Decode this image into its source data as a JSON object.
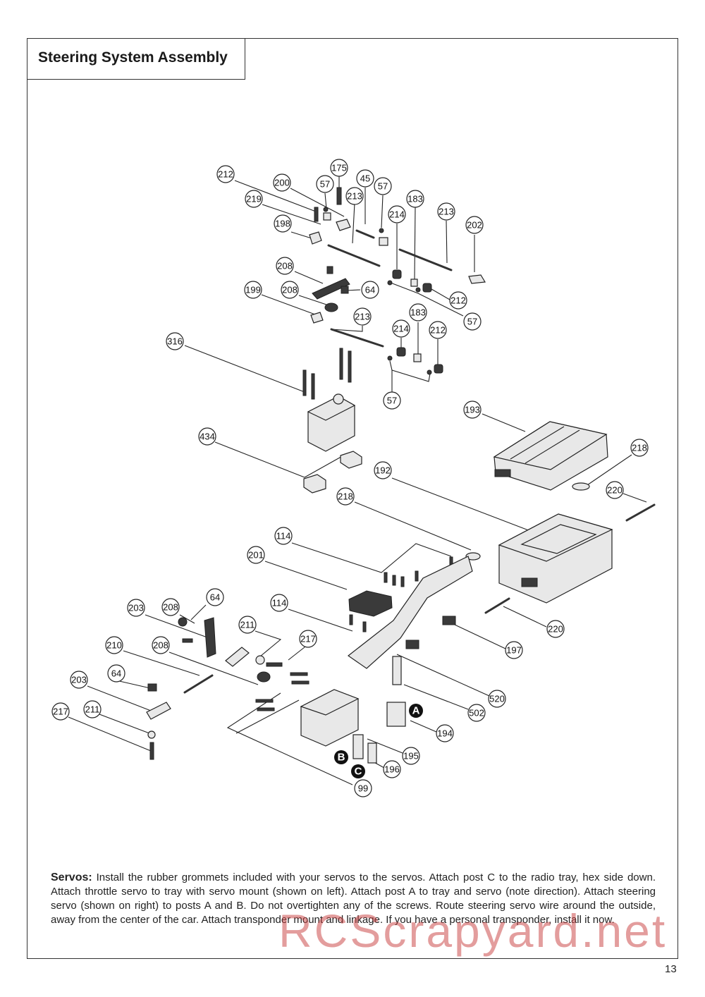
{
  "header": {
    "title": "Steering System Assembly"
  },
  "callouts": [
    {
      "id": "212a",
      "label": "212"
    },
    {
      "id": "219",
      "label": "219"
    },
    {
      "id": "200",
      "label": "200"
    },
    {
      "id": "57a",
      "label": "57"
    },
    {
      "id": "175",
      "label": "175"
    },
    {
      "id": "213a",
      "label": "213"
    },
    {
      "id": "45",
      "label": "45"
    },
    {
      "id": "57b",
      "label": "57"
    },
    {
      "id": "214a",
      "label": "214"
    },
    {
      "id": "183a",
      "label": "183"
    },
    {
      "id": "213b",
      "label": "213"
    },
    {
      "id": "202",
      "label": "202"
    },
    {
      "id": "198",
      "label": "198"
    },
    {
      "id": "208a",
      "label": "208"
    },
    {
      "id": "64a",
      "label": "64"
    },
    {
      "id": "212b",
      "label": "212"
    },
    {
      "id": "199",
      "label": "199"
    },
    {
      "id": "208b",
      "label": "208"
    },
    {
      "id": "57c",
      "label": "57"
    },
    {
      "id": "213c",
      "label": "213"
    },
    {
      "id": "183b",
      "label": "183"
    },
    {
      "id": "214b",
      "label": "214"
    },
    {
      "id": "212c",
      "label": "212"
    },
    {
      "id": "316",
      "label": "316"
    },
    {
      "id": "57d",
      "label": "57"
    },
    {
      "id": "193",
      "label": "193"
    },
    {
      "id": "218a",
      "label": "218"
    },
    {
      "id": "434",
      "label": "434"
    },
    {
      "id": "192",
      "label": "192"
    },
    {
      "id": "220a",
      "label": "220"
    },
    {
      "id": "218b",
      "label": "218"
    },
    {
      "id": "114a",
      "label": "114"
    },
    {
      "id": "201",
      "label": "201"
    },
    {
      "id": "114b",
      "label": "114"
    },
    {
      "id": "220b",
      "label": "220"
    },
    {
      "id": "64b",
      "label": "64"
    },
    {
      "id": "203a",
      "label": "203"
    },
    {
      "id": "208c",
      "label": "208"
    },
    {
      "id": "211a",
      "label": "211"
    },
    {
      "id": "217a",
      "label": "217"
    },
    {
      "id": "197",
      "label": "197"
    },
    {
      "id": "210",
      "label": "210"
    },
    {
      "id": "208d",
      "label": "208"
    },
    {
      "id": "64c",
      "label": "64"
    },
    {
      "id": "203b",
      "label": "203"
    },
    {
      "id": "520",
      "label": "520"
    },
    {
      "id": "502",
      "label": "502"
    },
    {
      "id": "217b",
      "label": "217"
    },
    {
      "id": "211b",
      "label": "211"
    },
    {
      "id": "194",
      "label": "194"
    },
    {
      "id": "195",
      "label": "195"
    },
    {
      "id": "196",
      "label": "196"
    },
    {
      "id": "99",
      "label": "99"
    }
  ],
  "post_letters": [
    "A",
    "B",
    "C"
  ],
  "instructions": {
    "label": "Servos:",
    "body": " Install the rubber grommets included with your servos to the servos. Attach post C to the radio tray, hex side down. Attach throttle servo to tray with servo mount (shown on left). Attach post A to tray and servo (note direction). Attach steering servo (shown on right) to posts A and B. Do not overtighten any of the screws. Route steering servo wire around the outside, away from the center of the car. Attach transponder mount and linkage. If you have a personal transponder, install it now."
  },
  "watermark": "RCScrapyard.net",
  "page_number": "13"
}
